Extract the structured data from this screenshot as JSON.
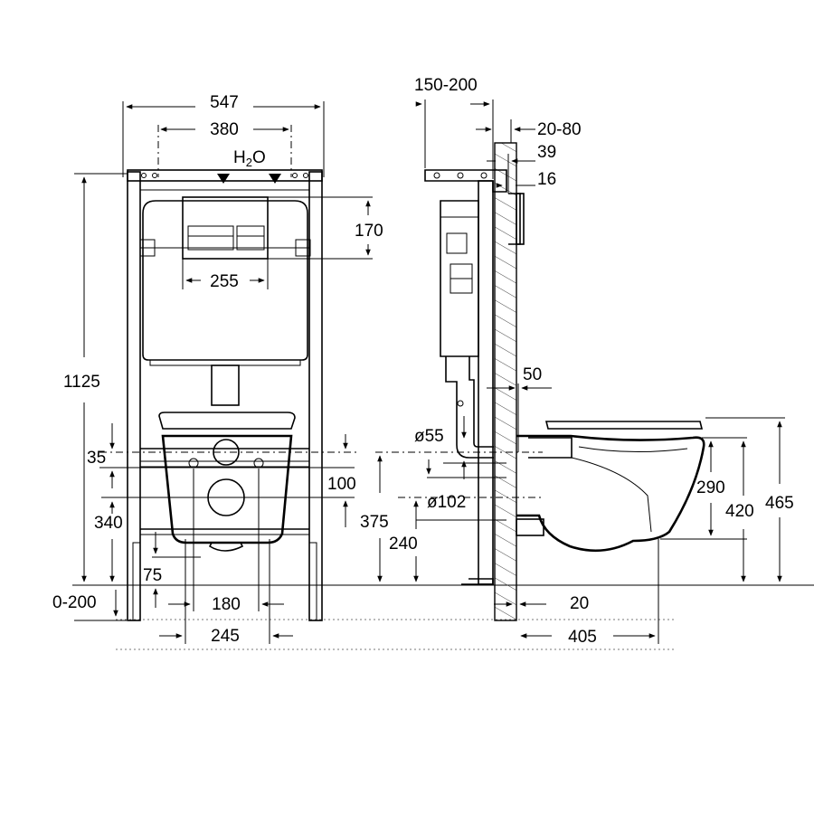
{
  "front_view": {
    "width_total": "547",
    "width_fixings": "380",
    "water_inlet_prefix": "H",
    "water_inlet_sub": "2",
    "water_inlet_suffix": "O",
    "height_total": "1125",
    "flush_plate_height": "170",
    "flush_plate_width": "255",
    "waste_offset": "35",
    "pan_axis_height": "340",
    "floor_adjust": "0-200",
    "bolt_height": "75",
    "bolt_spacing": "180",
    "drain_spacing": "245"
  },
  "side_view": {
    "frame_depth": "150-200",
    "wall_thickness": "20-80",
    "plate_offset": "39",
    "plate_thickness": "16",
    "waste_depth": "50",
    "waste_diameter": "ø55",
    "drain_diameter": "ø102",
    "drain_axis_gap": "100",
    "inlet_height": "375",
    "drain_height": "240",
    "rim_height_inner": "290",
    "rim_height": "420",
    "seat_height": "465",
    "wall_gap": "20",
    "pan_projection": "405"
  },
  "colors": {
    "line": "#000000",
    "hatch": "#444444",
    "floor": "#777777"
  }
}
